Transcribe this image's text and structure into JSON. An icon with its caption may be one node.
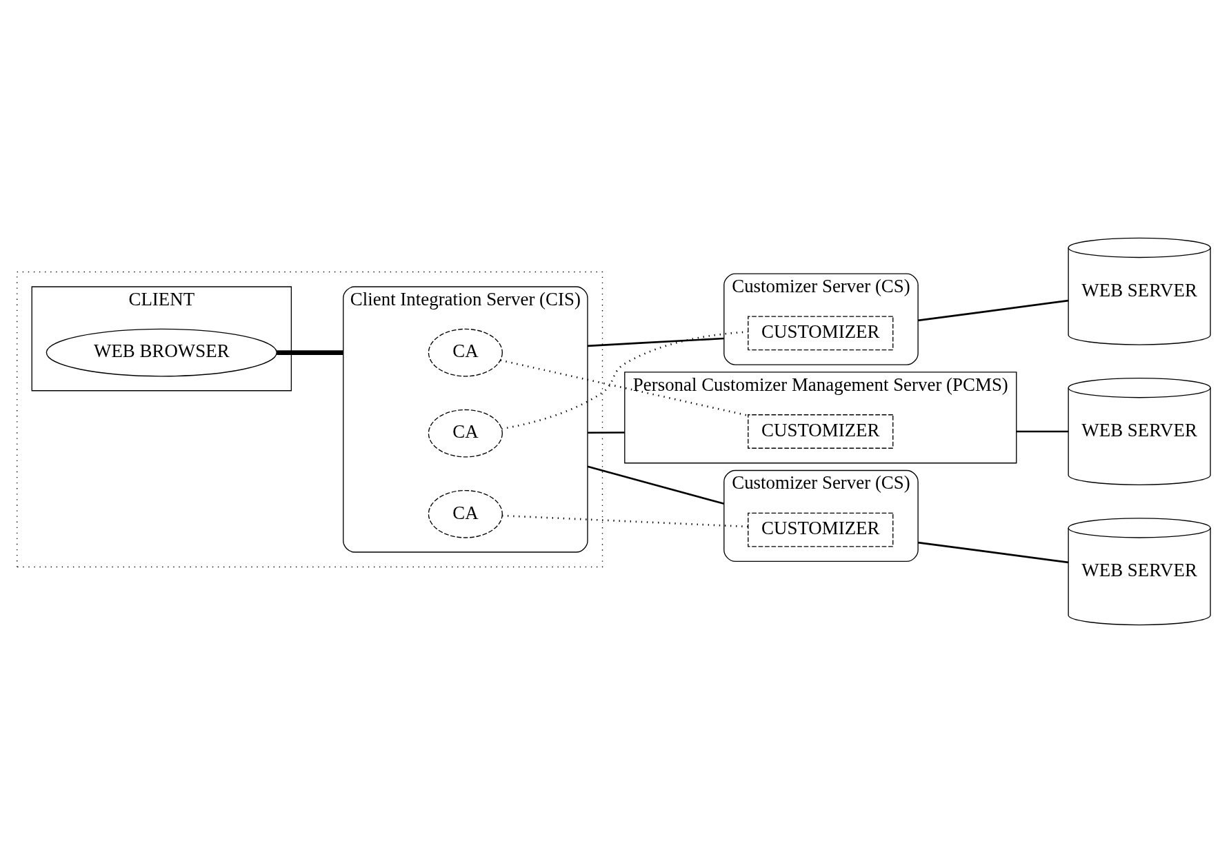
{
  "diagram": {
    "nodes": [
      {
        "text": [],
        "shape": "box"
      },
      {
        "text": [
          "CLIENT"
        ],
        "in": 0
      },
      {
        "text": [
          "WEB BROWSER"
        ],
        "in": 1
      },
      {
        "text": [
          "Client Integration Server (CIS)"
        ],
        "in": 0
      },
      {
        "text": [
          "CA"
        ],
        "in": 3
      },
      {
        "text": [
          "CA"
        ],
        "in": 3
      },
      {
        "text": [
          "CA"
        ],
        "in": 3
      },
      {
        "text": [
          "Customizer Server (CS)"
        ]
      },
      {
        "text": [
          "CUSTOMIZER"
        ],
        "in": 7
      },
      {
        "text": [
          "Personal Customizer Management Server (PCMS)"
        ]
      },
      {
        "text": [
          "CUSTOMIZER"
        ],
        "in": 9
      },
      {
        "text": [
          "Customizer Server (CS)"
        ]
      },
      {
        "text": [
          "CUSTOMIZER"
        ],
        "in": 11
      },
      {
        "text": [
          "WEB SERVER"
        ]
      },
      {
        "text": [
          "WEB SERVER"
        ]
      },
      {
        "text": [
          "WEB SERVER"
        ]
      }
    ],
    "edges": [
      {
        "from": 2,
        "to": 3,
        "arrow": "none",
        "style": "thick"
      },
      {
        "from": 3,
        "to": 7,
        "arrow": "none"
      },
      {
        "from": 4,
        "to": 8,
        "arrow": "none",
        "style": "dashed"
      },
      {
        "from": 3,
        "to": 9,
        "arrow": "none"
      },
      {
        "from": 5,
        "to": 10,
        "arrow": "none",
        "style": "dashed"
      },
      {
        "from": 3,
        "to": 11,
        "arrow": "none"
      },
      {
        "from": 6,
        "to": 12,
        "arrow": "none",
        "style": "dashed"
      },
      {
        "from": 7,
        "to": 13,
        "arrow": "none"
      },
      {
        "from": 9,
        "to": 14,
        "arrow": "none"
      },
      {
        "from": 11,
        "to": 15,
        "arrow": "none"
      }
    ]
  }
}
